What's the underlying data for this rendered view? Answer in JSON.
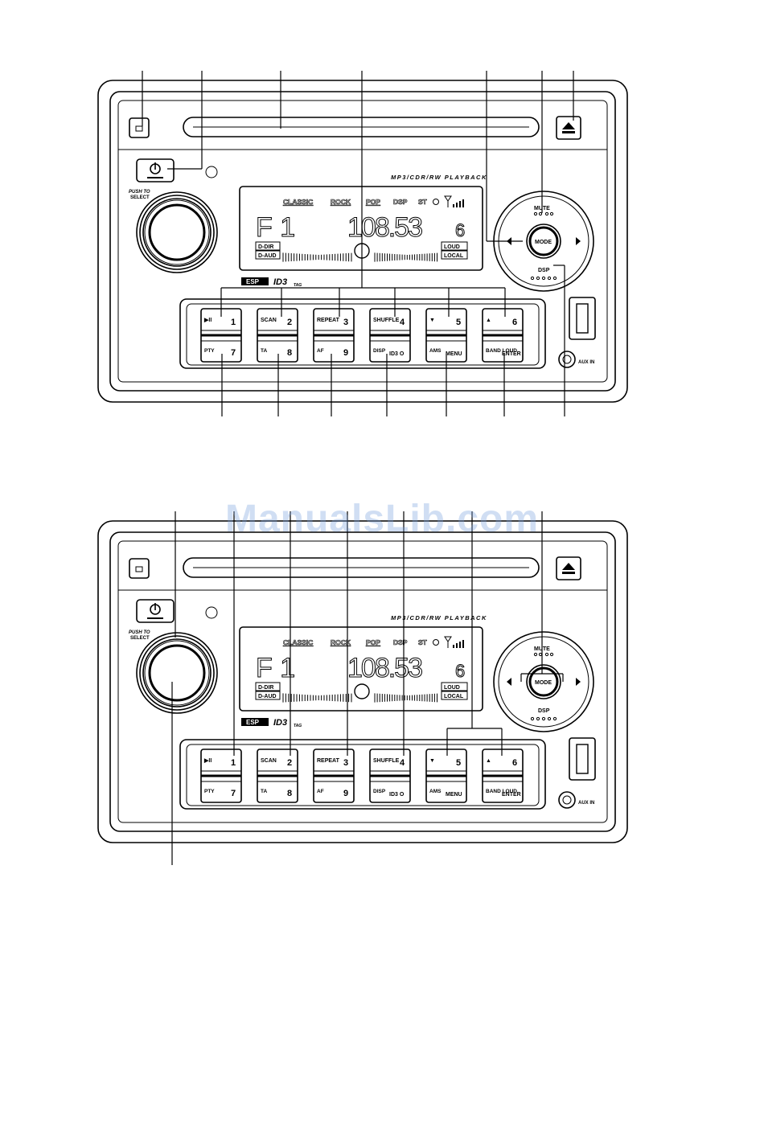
{
  "watermark": "ManualsLib.com",
  "colors": {
    "stroke": "#000000",
    "watermark": "#9db8e0",
    "panel": "#ffffff"
  },
  "unit": {
    "playback_label": "MP3/CDR/RW PLAYBACK",
    "knob_label_line1": "PUSH TO",
    "knob_label_line2": "SELECT",
    "display": {
      "modes": [
        "CLASSIC",
        "ROCK",
        "POP",
        "DSP",
        "ST"
      ],
      "band": "F 1",
      "frequency": "108.53",
      "preset": "6",
      "left_tags": [
        "D-DIR",
        "D-AUD"
      ],
      "right_tags": [
        "LOUD",
        "LOCAL"
      ]
    },
    "logos": {
      "esp": "ESP",
      "id3": "ID3",
      "id3_sub": "TAG"
    },
    "controller": {
      "mute": "MUTE",
      "mode": "MODE",
      "dsp": "DSP"
    },
    "aux_label": "AUX IN",
    "icons": {
      "power": "power-icon",
      "eject": "eject-icon",
      "open": "open-panel-icon",
      "usb": "usb-port-icon",
      "aux": "aux-jack-icon"
    },
    "buttons_top": [
      {
        "label": "▶II",
        "num": "1"
      },
      {
        "label": "SCAN",
        "num": "2"
      },
      {
        "label": "REPEAT",
        "num": "3"
      },
      {
        "label": "SHUFFLE",
        "num": "4"
      },
      {
        "label": "▼",
        "num": "5"
      },
      {
        "label": "▲",
        "num": "6"
      }
    ],
    "buttons_bottom": [
      {
        "label": "PTY",
        "num": "7"
      },
      {
        "label": "TA",
        "num": "8"
      },
      {
        "label": "AF",
        "num": "9"
      },
      {
        "label": "DISP",
        "num": "ID3 O"
      },
      {
        "label": "AMS",
        "num": "MENU"
      },
      {
        "label": "BAND LOUD",
        "num": "ENTER"
      }
    ]
  }
}
